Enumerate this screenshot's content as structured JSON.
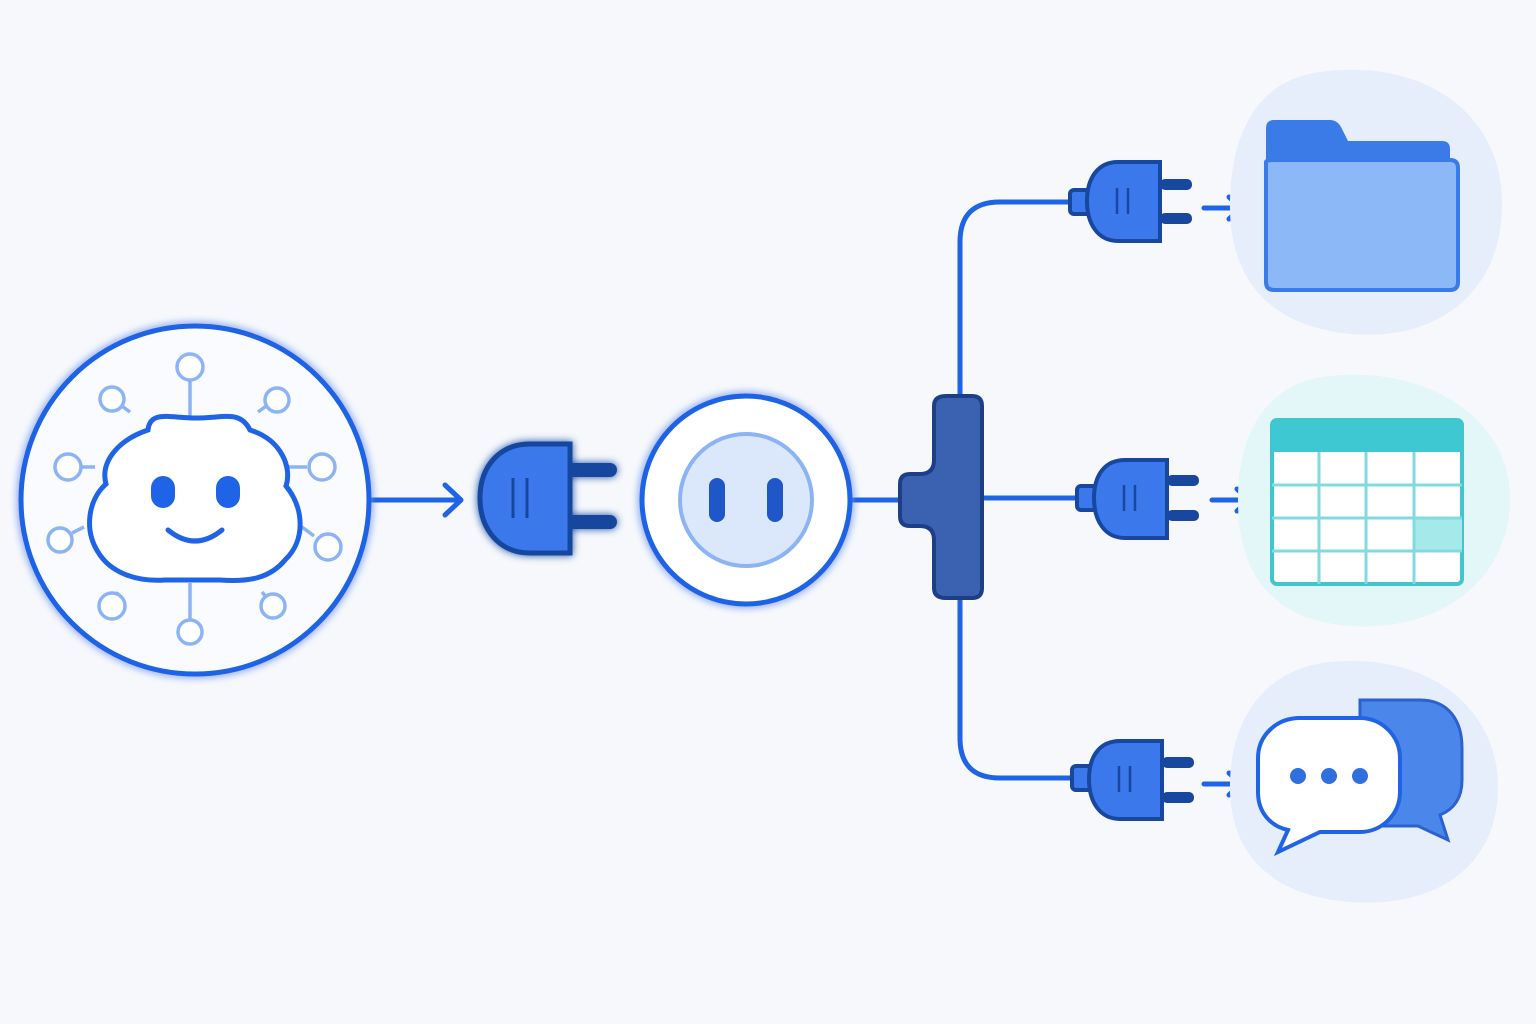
{
  "diagram": {
    "description_free": true,
    "nodes": [
      {
        "id": "agent",
        "icon": "robot-agent-icon"
      },
      {
        "id": "plug-main",
        "icon": "power-plug-icon"
      },
      {
        "id": "socket",
        "icon": "power-socket-icon"
      },
      {
        "id": "splitter",
        "icon": "splitter-hub-icon"
      },
      {
        "id": "plug-files",
        "icon": "power-plug-icon"
      },
      {
        "id": "plug-table",
        "icon": "power-plug-icon"
      },
      {
        "id": "plug-chat",
        "icon": "power-plug-icon"
      },
      {
        "id": "files",
        "icon": "folder-icon"
      },
      {
        "id": "table",
        "icon": "spreadsheet-icon"
      },
      {
        "id": "chat",
        "icon": "chat-bubbles-icon"
      }
    ],
    "edges": [
      {
        "from": "agent",
        "to": "plug-main"
      },
      {
        "from": "plug-main",
        "to": "socket"
      },
      {
        "from": "socket",
        "to": "splitter"
      },
      {
        "from": "splitter",
        "to": "plug-files"
      },
      {
        "from": "splitter",
        "to": "plug-table"
      },
      {
        "from": "splitter",
        "to": "plug-chat"
      },
      {
        "from": "plug-files",
        "to": "files"
      },
      {
        "from": "plug-table",
        "to": "table"
      },
      {
        "from": "plug-chat",
        "to": "chat"
      }
    ],
    "colors": {
      "background": "#f6f8fc",
      "primary": "#1f63e6",
      "plug_fill": "#3a78ec",
      "plug_dark": "#17479e",
      "hub": "#3a62b0",
      "light_blue": "#8cb4f5",
      "folder_fill": "#8db8f8",
      "table_header": "#3ec8d2",
      "table_line": "#3fc6cf",
      "table_highlight": "#a6e9ea",
      "blob_blue": "#e6eefb",
      "blob_teal": "#e3f6f8",
      "chat_back": "#4b86ea"
    }
  }
}
